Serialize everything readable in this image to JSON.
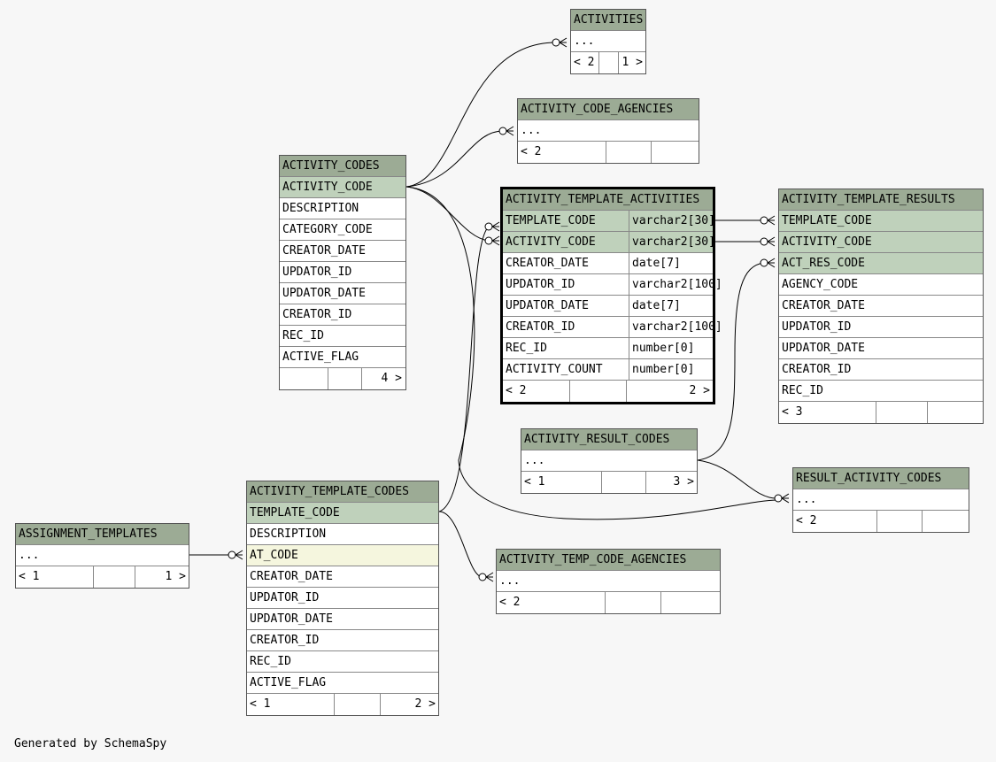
{
  "diagram": {
    "tables": {
      "activities": {
        "name": "ACTIVITIES",
        "columns": [
          {
            "name": "..."
          }
        ],
        "footer": [
          "< 2",
          "",
          "1 >"
        ]
      },
      "activity_code_agencies": {
        "name": "ACTIVITY_CODE_AGENCIES",
        "columns": [
          {
            "name": "..."
          }
        ],
        "footer": [
          "< 2",
          "",
          ""
        ]
      },
      "activity_codes": {
        "name": "ACTIVITY_CODES",
        "columns": [
          {
            "name": "ACTIVITY_CODE",
            "key": "pk"
          },
          {
            "name": "DESCRIPTION"
          },
          {
            "name": "CATEGORY_CODE"
          },
          {
            "name": "CREATOR_DATE"
          },
          {
            "name": "UPDATOR_ID"
          },
          {
            "name": "UPDATOR_DATE"
          },
          {
            "name": "CREATOR_ID"
          },
          {
            "name": "REC_ID"
          },
          {
            "name": "ACTIVE_FLAG"
          }
        ],
        "footer": [
          "",
          "",
          "4 >"
        ]
      },
      "activity_template_activities": {
        "name": "ACTIVITY_TEMPLATE_ACTIVITIES",
        "columns": [
          {
            "name": "TEMPLATE_CODE",
            "type": "varchar2[30]",
            "key": "pk"
          },
          {
            "name": "ACTIVITY_CODE",
            "type": "varchar2[30]",
            "key": "pk"
          },
          {
            "name": "CREATOR_DATE",
            "type": "date[7]"
          },
          {
            "name": "UPDATOR_ID",
            "type": "varchar2[100]"
          },
          {
            "name": "UPDATOR_DATE",
            "type": "date[7]"
          },
          {
            "name": "CREATOR_ID",
            "type": "varchar2[100]"
          },
          {
            "name": "REC_ID",
            "type": "number[0]"
          },
          {
            "name": "ACTIVITY_COUNT",
            "type": "number[0]"
          }
        ],
        "footer": [
          "< 2",
          "",
          "2 >"
        ]
      },
      "activity_template_results": {
        "name": "ACTIVITY_TEMPLATE_RESULTS",
        "columns": [
          {
            "name": "TEMPLATE_CODE",
            "key": "pk"
          },
          {
            "name": "ACTIVITY_CODE",
            "key": "pk"
          },
          {
            "name": "ACT_RES_CODE",
            "key": "pk"
          },
          {
            "name": "AGENCY_CODE"
          },
          {
            "name": "CREATOR_DATE"
          },
          {
            "name": "UPDATOR_ID"
          },
          {
            "name": "UPDATOR_DATE"
          },
          {
            "name": "CREATOR_ID"
          },
          {
            "name": "REC_ID"
          }
        ],
        "footer": [
          "< 3",
          "",
          ""
        ]
      },
      "activity_result_codes": {
        "name": "ACTIVITY_RESULT_CODES",
        "columns": [
          {
            "name": "..."
          }
        ],
        "footer": [
          "< 1",
          "",
          "3 >"
        ]
      },
      "result_activity_codes": {
        "name": "RESULT_ACTIVITY_CODES",
        "columns": [
          {
            "name": "..."
          }
        ],
        "footer": [
          "< 2",
          "",
          ""
        ]
      },
      "activity_template_codes": {
        "name": "ACTIVITY_TEMPLATE_CODES",
        "columns": [
          {
            "name": "TEMPLATE_CODE",
            "key": "pk"
          },
          {
            "name": "DESCRIPTION"
          },
          {
            "name": "AT_CODE",
            "key": "idx"
          },
          {
            "name": "CREATOR_DATE"
          },
          {
            "name": "UPDATOR_ID"
          },
          {
            "name": "UPDATOR_DATE"
          },
          {
            "name": "CREATOR_ID"
          },
          {
            "name": "REC_ID"
          },
          {
            "name": "ACTIVE_FLAG"
          }
        ],
        "footer": [
          "< 1",
          "",
          "2 >"
        ]
      },
      "assignment_templates": {
        "name": "ASSIGNMENT_TEMPLATES",
        "columns": [
          {
            "name": "..."
          }
        ],
        "footer": [
          "< 1",
          "",
          "1 >"
        ]
      },
      "activity_temp_code_agencies": {
        "name": "ACTIVITY_TEMP_CODE_AGENCIES",
        "columns": [
          {
            "name": "..."
          }
        ],
        "footer": [
          "< 2",
          "",
          ""
        ]
      }
    },
    "relationships": [
      {
        "from": "activity_codes",
        "to": "activities"
      },
      {
        "from": "activity_codes",
        "to": "activity_code_agencies"
      },
      {
        "from": "activity_codes",
        "to": "activity_template_activities"
      },
      {
        "from": "activity_template_codes",
        "to": "activity_template_activities"
      },
      {
        "from": "activity_codes",
        "to": "result_activity_codes"
      },
      {
        "from": "activity_template_activities",
        "to": "activity_template_results"
      },
      {
        "from": "activity_template_activities",
        "to": "activity_template_results"
      },
      {
        "from": "activity_result_codes",
        "to": "activity_template_results"
      },
      {
        "from": "activity_result_codes",
        "to": "result_activity_codes"
      },
      {
        "from": "assignment_templates",
        "to": "activity_template_codes"
      },
      {
        "from": "activity_template_codes",
        "to": "activity_temp_code_agencies"
      }
    ],
    "colors": {
      "header": "#9cab95",
      "primary_key": "#bfd1bb",
      "indexed": "#f5f6de",
      "background": "#f7f7f7"
    }
  },
  "footer_text": "Generated by SchemaSpy"
}
